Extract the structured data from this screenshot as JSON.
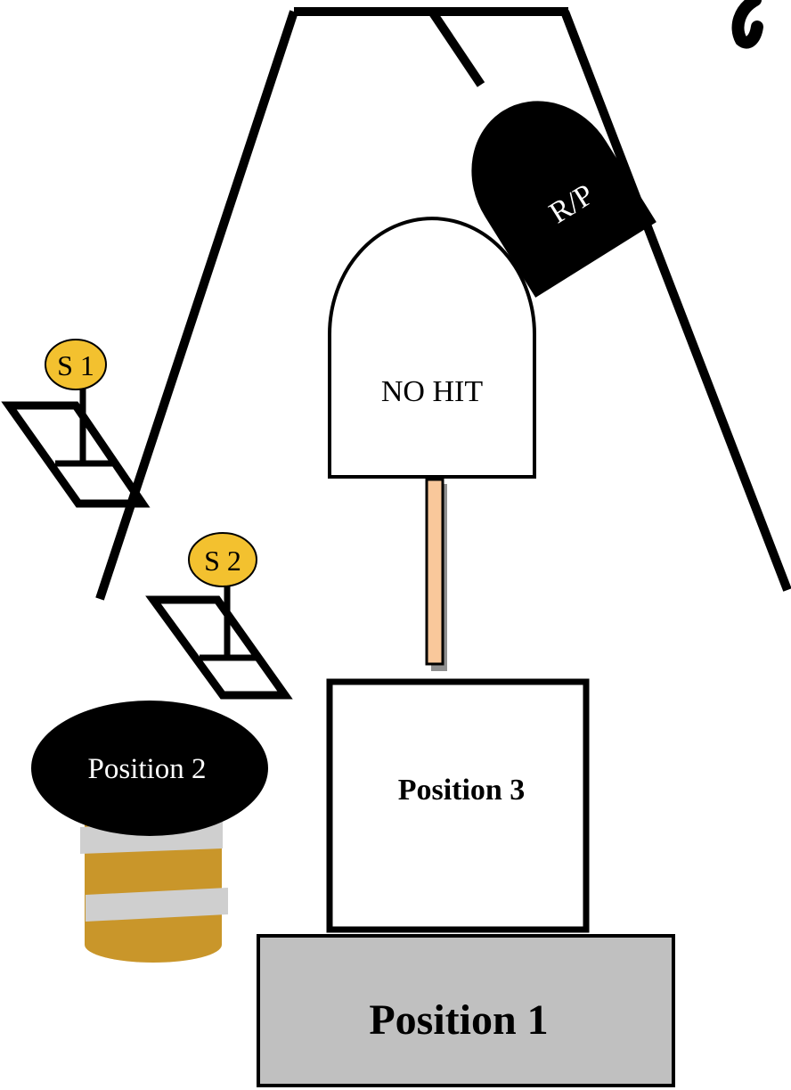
{
  "labels": {
    "rp_shield": "R/P",
    "no_hit_shield": "NO HIT",
    "s1": "S 1",
    "s2": "S 2",
    "position2": "Position 2",
    "position3": "Position 3",
    "position1": "Position 1"
  },
  "colors": {
    "stroke": "#000000",
    "rp_fill": "#000000",
    "no_hit_fill": "#ffffff",
    "tee_stem": "#f9c89b",
    "badge": "#f3c12f",
    "bucket_gold": "#c9962a",
    "bucket_stripe": "#cfcfcf",
    "position1_fill": "#c0c0c0",
    "position3_fill": "#ffffff"
  }
}
